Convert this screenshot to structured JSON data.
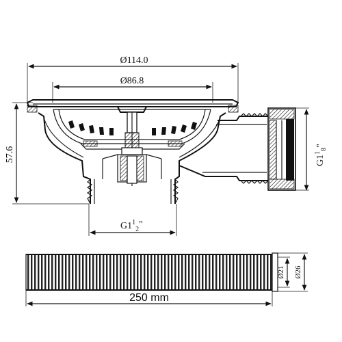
{
  "strainer": {
    "dim_outer_diameter": "Ø114.0",
    "dim_inner_diameter": "Ø86.8",
    "dim_height": "57.6",
    "thread_side": {
      "prefix": "G1",
      "fraction": "1",
      "suffix": "8",
      "inch": "\""
    },
    "thread_bottom": {
      "prefix": "G1",
      "fraction": "1",
      "suffix": "2",
      "inch": "\""
    }
  },
  "hose": {
    "dim_inner": "Ø21",
    "dim_outer": "Ø26",
    "dim_length": "250 mm"
  }
}
